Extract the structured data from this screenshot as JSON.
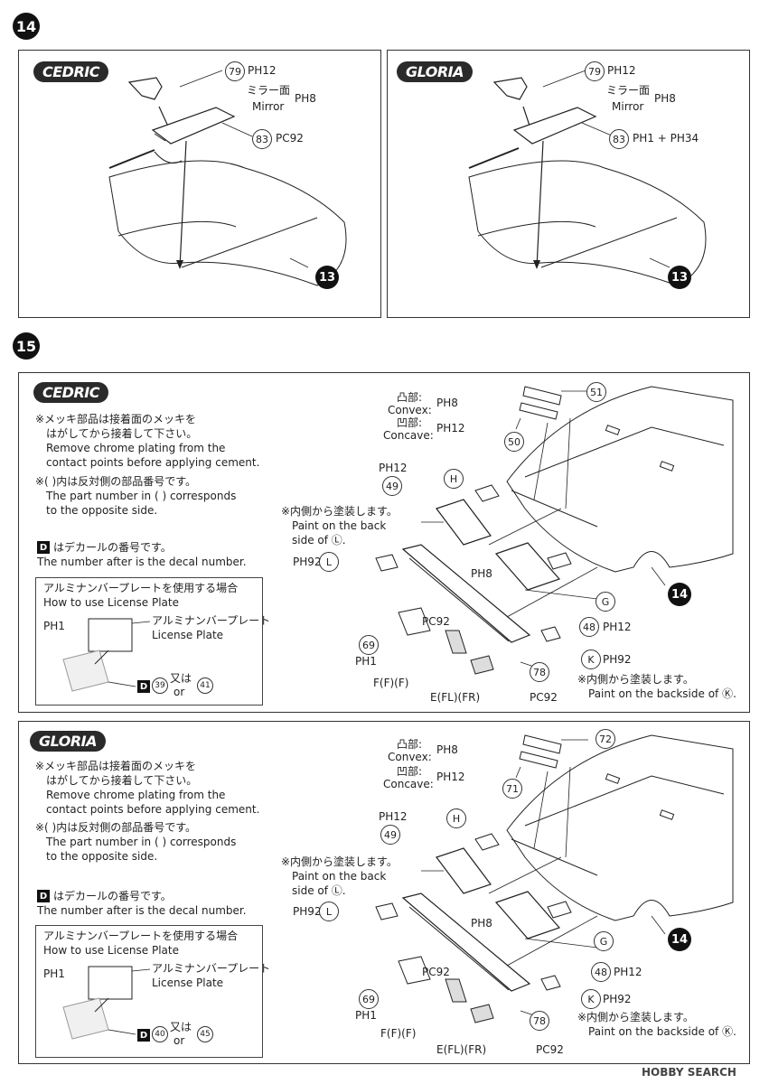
{
  "step14": {
    "number": "14",
    "cedric": {
      "label": "CEDRIC",
      "part79": "79",
      "part79_ref": "PH12",
      "mirror_jp": "ミラー面",
      "mirror_en": "Mirror",
      "mirror_ref": "PH8",
      "part83": "83",
      "part83_ref": "PC92",
      "body_part": "13"
    },
    "gloria": {
      "label": "GLORIA",
      "part79": "79",
      "part79_ref": "PH12",
      "mirror_jp": "ミラー面",
      "mirror_en": "Mirror",
      "mirror_ref": "PH8",
      "part83": "83",
      "part83_ref": "PH1 + PH34",
      "body_part": "13"
    }
  },
  "step15": {
    "number": "15",
    "cedric": {
      "label": "CEDRIC",
      "note1_jp_a": "※メッキ部品は接着面のメッキを",
      "note1_jp_b": "はがしてから接着して下さい。",
      "note1_en_a": "Remove chrome plating from the",
      "note1_en_b": "contact points before applying cement.",
      "note2_jp": "※(        )内は反対側の部品番号です。",
      "note2_en_a": "The part number in (        ) corresponds",
      "note2_en_b": "to the opposite side.",
      "note3_jp": "はデカールの番号です。",
      "note3_en": "The number after     is the decal number.",
      "decal_letter": "D",
      "plate_jp": "アルミナンバープレートを使用する場合",
      "plate_en": "How to use License Plate",
      "plate_ref": "PH1",
      "plate_name_jp": "アルミナンバープレート",
      "plate_name_en": "License Plate",
      "plate_decal": "D",
      "plate_decal_a": "39",
      "plate_decal_or_jp": "又は",
      "plate_decal_or": "or",
      "plate_decal_b": "41",
      "convex_jp": "凸部:",
      "convex_en": "Convex:",
      "convex_ref": "PH8",
      "concave_jp": "凹部:",
      "concave_en": "Concave:",
      "concave_ref": "PH12",
      "p51": "51",
      "p50": "50",
      "p49": "49",
      "p49_ref": "PH12",
      "pH": "H",
      "paint_back_jp": "※内側から塗装します。",
      "paint_back_en_a": "Paint on the back",
      "paint_back_en_b": "side of Ⓛ.",
      "pL_ref": "PH92",
      "pL": "L",
      "pH8": "PH8",
      "pG": "G",
      "p48": "48",
      "p48_ref": "PH12",
      "p69": "69",
      "p69_ref": "PH1",
      "pC92": "PC92",
      "pK": "K",
      "pK_ref": "PH92",
      "pK_note_jp": "※内側から塗装します。",
      "pK_note_en": "Paint on the backside of Ⓚ.",
      "p78": "78",
      "pF": "F(F)(F)",
      "pE": "E(FL)(FR)",
      "pE_ref": "PC92",
      "body_part": "14"
    },
    "gloria": {
      "label": "GLORIA",
      "note1_jp_a": "※メッキ部品は接着面のメッキを",
      "note1_jp_b": "はがしてから接着して下さい。",
      "note1_en_a": "Remove chrome plating from the",
      "note1_en_b": "contact points before applying cement.",
      "note2_jp": "※(        )内は反対側の部品番号です。",
      "note2_en_a": "The part number in (        ) corresponds",
      "note2_en_b": "to the opposite side.",
      "note3_jp": "はデカールの番号です。",
      "note3_en": "The number after     is the decal number.",
      "decal_letter": "D",
      "plate_jp": "アルミナンバープレートを使用する場合",
      "plate_en": "How to use License Plate",
      "plate_ref": "PH1",
      "plate_name_jp": "アルミナンバープレート",
      "plate_name_en": "License Plate",
      "plate_decal": "D",
      "plate_decal_a": "40",
      "plate_decal_or_jp": "又は",
      "plate_decal_or": "or",
      "plate_decal_b": "45",
      "convex_jp": "凸部:",
      "convex_en": "Convex:",
      "convex_ref": "PH8",
      "concave_jp": "凹部:",
      "concave_en": "Concave:",
      "concave_ref": "PH12",
      "p72": "72",
      "p71": "71",
      "p49": "49",
      "p49_ref": "PH12",
      "pH": "H",
      "paint_back_jp": "※内側から塗装します。",
      "paint_back_en_a": "Paint on the back",
      "paint_back_en_b": "side of Ⓛ.",
      "pL_ref": "PH92",
      "pL": "L",
      "pH8": "PH8",
      "pG": "G",
      "p48": "48",
      "p48_ref": "PH12",
      "p69": "69",
      "p69_ref": "PH1",
      "pC92": "PC92",
      "pK": "K",
      "pK_ref": "PH92",
      "pK_note_jp": "※内側から塗装します。",
      "pK_note_en": "Paint on the backside of Ⓚ.",
      "p78": "78",
      "pF": "F(F)(F)",
      "pE": "E(FL)(FR)",
      "pE_ref": "PC92",
      "body_part": "14"
    }
  },
  "watermark": "HOBBY SEARCH"
}
